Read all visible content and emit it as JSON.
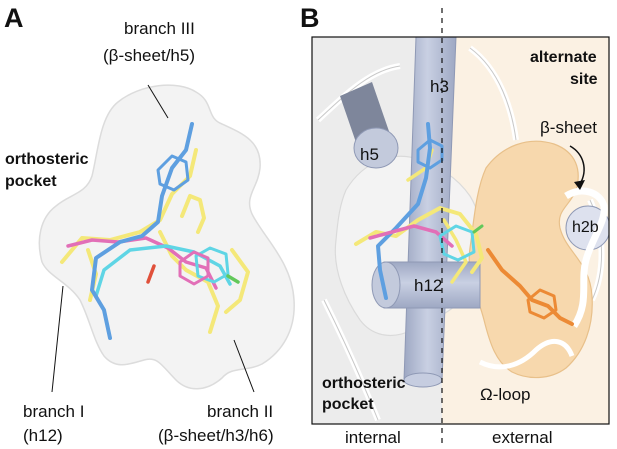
{
  "panel_a": {
    "letter": "A",
    "branch3_line1": "branch III",
    "branch3_line2": "(β-sheet/h5)",
    "pocket_line1": "orthosteric",
    "pocket_line2": "pocket",
    "branch1_line1": "branch I",
    "branch1_line2": "(h12)",
    "branch2_line1": "branch II",
    "branch2_line2": "(β-sheet/h3/h6)"
  },
  "panel_b": {
    "letter": "B",
    "alt_line1": "alternate",
    "alt_line2": "site",
    "beta_sheet": "β-sheet",
    "h3": "h3",
    "h5": "h5",
    "h12": "h12",
    "h2b": "h2b",
    "omega_loop": "Ω-loop",
    "pocket_line1": "orthosteric",
    "pocket_line2": "pocket",
    "internal": "internal",
    "external": "external"
  },
  "colors": {
    "surface_gray": "#f2f2f2",
    "surface_orange": "#f7d8ad",
    "helix_blue": "#b9c2d8",
    "ligand_yellow": "#f4e879",
    "ligand_blue": "#5e9fe0",
    "ligand_pink": "#e26fb7",
    "ligand_cyan": "#5fd5e5",
    "ligand_orange": "#ec8a35"
  }
}
